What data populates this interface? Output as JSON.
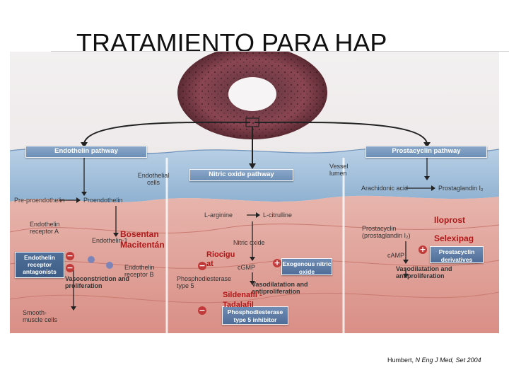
{
  "title": "TRATAMIENTO PARA HAP",
  "citation": {
    "prefix": "Humbert,",
    "journal": "N Eng J Med, Set 2004"
  },
  "diagram": {
    "endothelin_pathway": "Endothelin pathway",
    "nitric_oxide_pathway": "Nitric oxide pathway",
    "prostacyclin_pathway": "Prostacyclin pathway",
    "vessel_lumen": "Vessel lumen",
    "endothelial_cells": "Endothelial cells",
    "pre_proendothelin": "Pre-proendothelin",
    "proendothelin": "Proendothelin",
    "arachidonic_acid": "Arachidonic acid",
    "prostaglandin": "Prostaglandin I₂",
    "l_arginine": "L-arginine",
    "l_citrulline": "L-citrulline",
    "endothelin_receptor_a": "Endothelin receptor A",
    "endothelin_1": "Endothelin-1",
    "endothelin_receptor_antagonists": "Endothelin receptor antagonists",
    "endothelin_receptor_b": "Endothelin receptor B",
    "vasoconstriction": "Vasoconstriction and proliferation",
    "smooth_muscle_cells": "Smooth-muscle cells",
    "nitric_oxide": "Nitric oxide",
    "cgmp": "cGMP",
    "exogenous_no": "Exogenous nitric oxide",
    "pde5": "Phosphodiesterase type 5",
    "vasodilatation_anti": "Vasodilatation and antiproliferation",
    "pde5_inhibitor": "Phosphodiesterase type 5 inhibitor",
    "prostacyclin_pgi2": "Prostacyclin (prostaglandin I₂)",
    "camp": "cAMP",
    "prostacyclin_derivatives": "Prostacyclin derivatives",
    "vasodilatation_anti_2": "Vasodilatation and antiproliferation",
    "minus": "−",
    "plus": "+"
  },
  "drugs": {
    "bosentan": "Bosentan",
    "macitentan": "Macitentán",
    "riociguat_1": "Riocigu",
    "riociguat_2": "at",
    "sildenafil": "Sildenafil",
    "tadalafil": "Tadalafil",
    "iloprost": "Iloprost",
    "selexipag": "Selexipag",
    "dash": "-"
  }
}
